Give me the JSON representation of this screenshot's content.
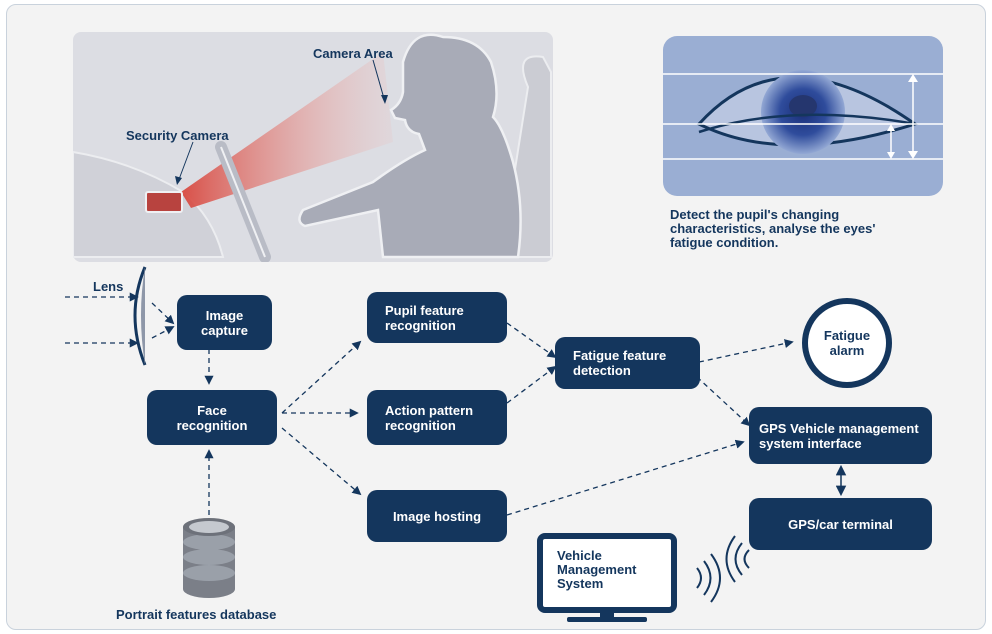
{
  "illustration": {
    "camera_area_label": "Camera Area",
    "security_camera_label": "Security Camera"
  },
  "eye_panel": {
    "caption_lines": [
      "Detect the pupil's changing",
      "characteristics, analyse the eyes'",
      "fatigue condition."
    ]
  },
  "lens_label": "Lens",
  "nodes": {
    "image_capture": "Image\ncapture",
    "face_recognition": "Face\nrecognition",
    "pupil_feature": "Pupil feature\nrecognition",
    "action_pattern": "Action pattern\nrecognition",
    "image_hosting": "Image hosting",
    "fatigue_detection": "Fatigue feature\ndetection",
    "fatigue_alarm": "Fatigue\nalarm",
    "gps_interface": "GPS Vehicle management\nsystem interface",
    "gps_terminal": "GPS/car terminal",
    "vehicle_system": "Vehicle\nManagement\nSystem",
    "database_label": "Portrait features database"
  },
  "colors": {
    "node_fill": "#14365d",
    "panel_blue": "#9aaed3",
    "illustration_bg": "#dcdde3",
    "camera_red": "#c24040"
  },
  "icons": [
    "database-icon",
    "monitor-icon",
    "signal-wave-icon",
    "lens-icon",
    "eye-icon",
    "driver-silhouette"
  ]
}
